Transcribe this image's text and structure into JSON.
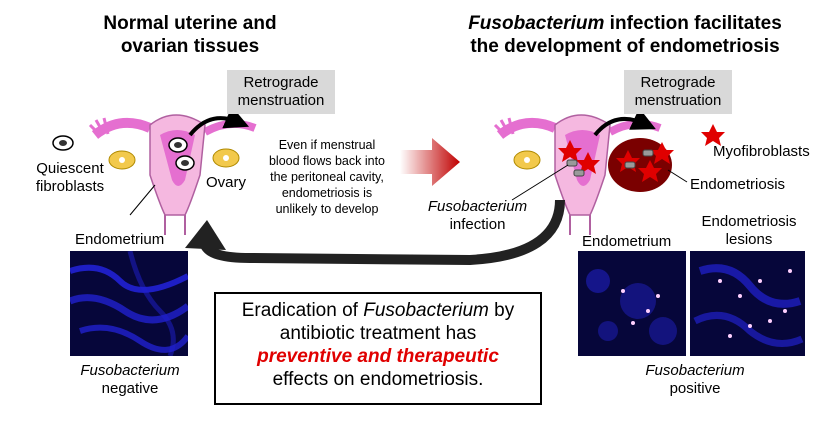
{
  "left": {
    "title_line1": "Normal uterine and",
    "title_line2": "ovarian tissues",
    "retro_line1": "Retrograde",
    "retro_line2": "menstruation",
    "quiescent_line1": "Quiescent",
    "quiescent_line2": "fibroblasts",
    "ovary": "Ovary",
    "note_line1": "Even if menstrual",
    "note_line2": "blood flows back into",
    "note_line3": "the peritoneal cavity,",
    "note_line4": "endometriosis is",
    "note_line5": "unlikely to develop",
    "endometrium": "Endometrium",
    "fuso_italic": "Fusobacterium",
    "fuso_status": "negative"
  },
  "right": {
    "title_italic": "Fusobacterium",
    "title_rest1": " infection facilitates",
    "title_line2": "the development of endometriosis",
    "retro_line1": "Retrograde",
    "retro_line2": "menstruation",
    "myofibroblasts": "Myofibroblasts",
    "endometriosis": "Endometriosis",
    "infection_italic": "Fusobacterium",
    "infection_word": "infection",
    "endometrium": "Endometrium",
    "lesions_line1": "Endometriosis",
    "lesions_line2": "lesions",
    "fuso_italic": "Fusobacterium",
    "fuso_status": "positive"
  },
  "center": {
    "line1_pre": "Eradication of ",
    "line1_italic": "Fusobacterium",
    "line1_post": " by",
    "line2": "antibiotic treatment has",
    "line3_red": "preventive and therapeutic",
    "line4": "effects on endometriosis."
  },
  "colors": {
    "uterus_fill": "#f5b8e0",
    "uterus_dark": "#e56fd0",
    "red_accent": "#e00000",
    "arrow_red": "#c00000",
    "gray_box": "#d9d9d9",
    "lesion": "#7a0000",
    "tissue_blue": "#1a1aff"
  }
}
